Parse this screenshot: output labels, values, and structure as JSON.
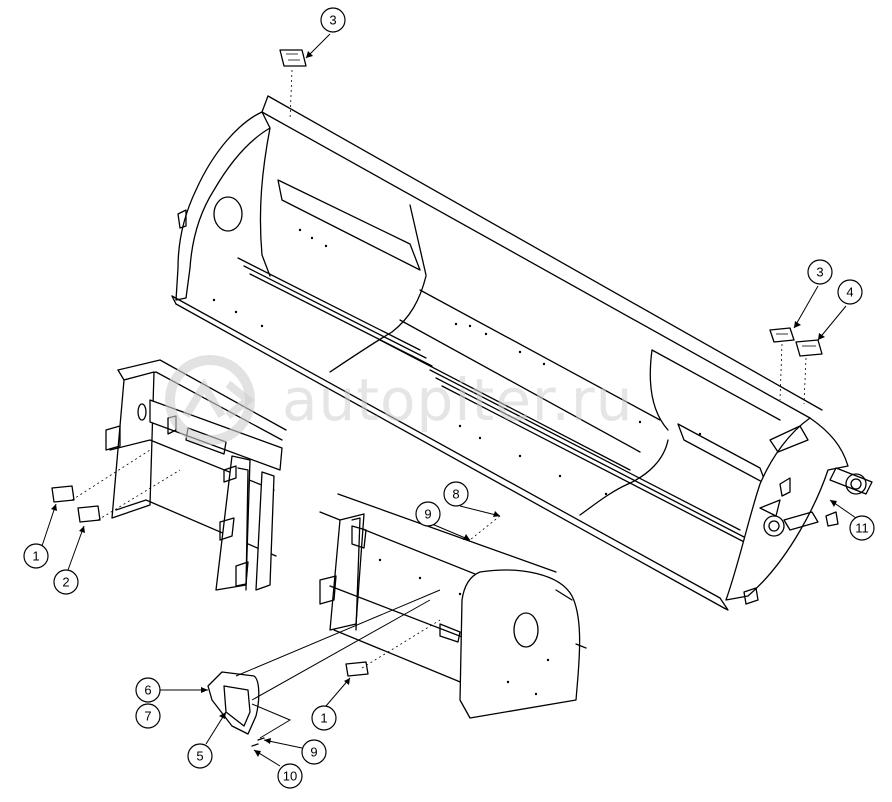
{
  "watermark": {
    "text": "autopiter.ru"
  },
  "callouts": [
    {
      "id": "c3a",
      "label": "3"
    },
    {
      "id": "c3b",
      "label": "3"
    },
    {
      "id": "c4",
      "label": "4"
    },
    {
      "id": "c11",
      "label": "11"
    },
    {
      "id": "c1a",
      "label": "1"
    },
    {
      "id": "c2",
      "label": "2"
    },
    {
      "id": "c8",
      "label": "8"
    },
    {
      "id": "c9a",
      "label": "9"
    },
    {
      "id": "c1b",
      "label": "1"
    },
    {
      "id": "c6",
      "label": "6"
    },
    {
      "id": "c7",
      "label": "7"
    },
    {
      "id": "c5",
      "label": "5"
    },
    {
      "id": "c9b",
      "label": "9"
    },
    {
      "id": "c10",
      "label": "10"
    }
  ]
}
